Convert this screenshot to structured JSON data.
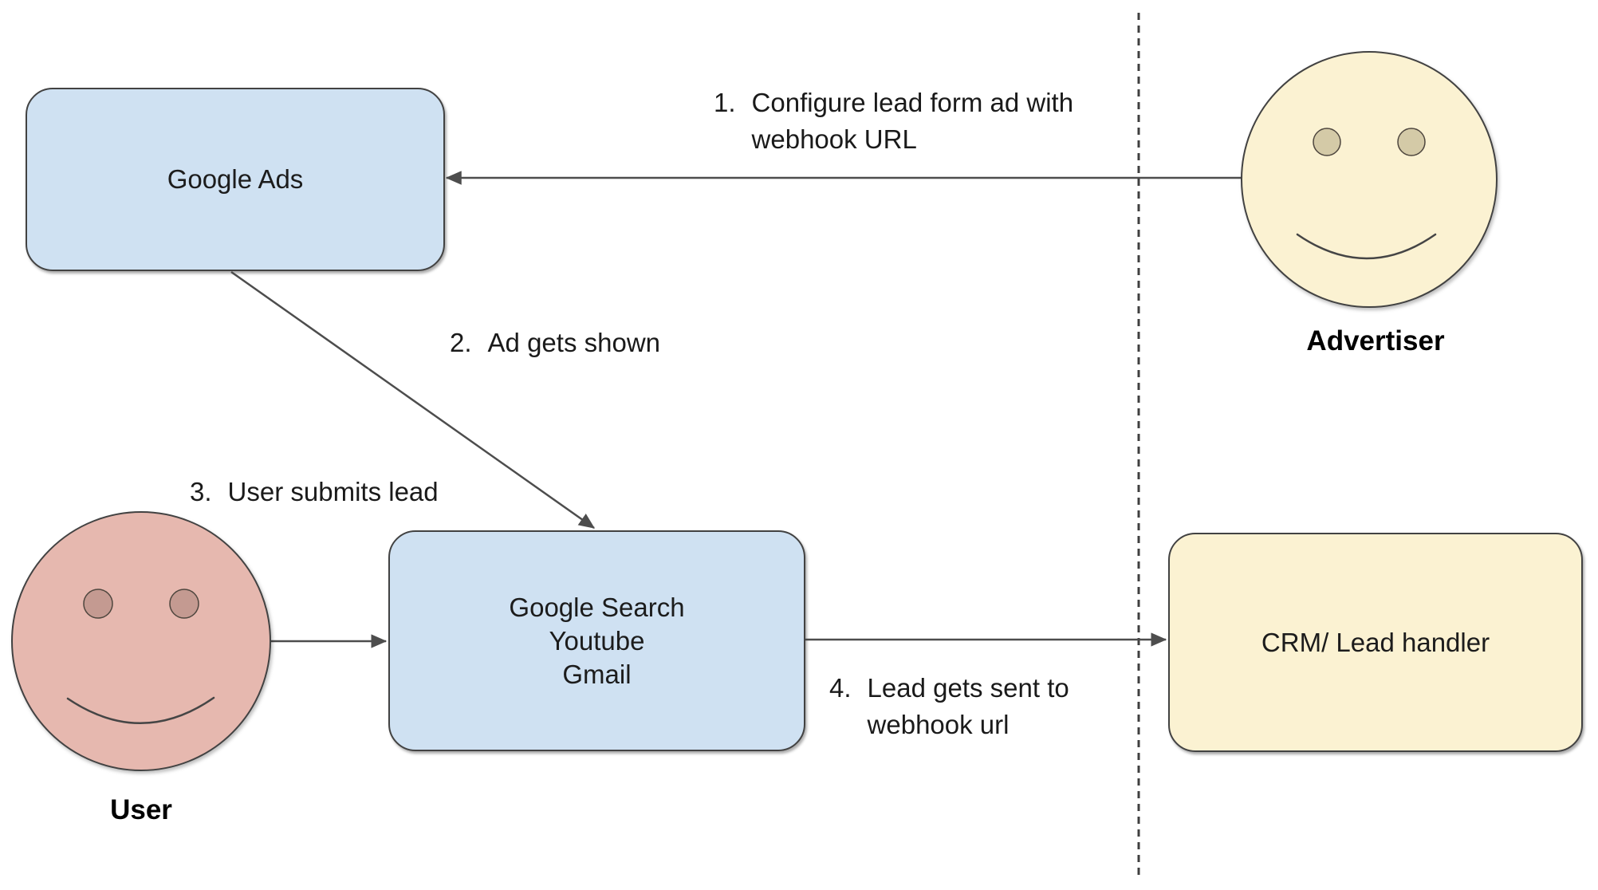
{
  "nodes": {
    "google_ads": {
      "label": "Google Ads"
    },
    "google_properties": {
      "lines": [
        "Google Search",
        "Youtube",
        "Gmail"
      ]
    },
    "crm": {
      "label": "CRM/ Lead handler"
    }
  },
  "actors": {
    "advertiser": {
      "label": "Advertiser"
    },
    "user": {
      "label": "User"
    }
  },
  "steps": [
    {
      "number": "1.",
      "lines": [
        "Configure lead form ad with",
        "webhook URL"
      ]
    },
    {
      "number": "2.",
      "lines": [
        "Ad gets shown"
      ]
    },
    {
      "number": "3.",
      "lines": [
        "User submits lead"
      ]
    },
    {
      "number": "4.",
      "lines": [
        "Lead gets sent to",
        "webhook url"
      ]
    }
  ],
  "colors": {
    "box_blue": "#cfe1f2",
    "box_yellow": "#fbf2d2",
    "face_yellow": "#fbf2d2",
    "face_pink": "#e6b8af",
    "eye_tan": "#d4caa7",
    "eye_pink": "#c49a91",
    "stroke": "#424242",
    "text": "#1c1c1c",
    "background": "#ffffff"
  }
}
